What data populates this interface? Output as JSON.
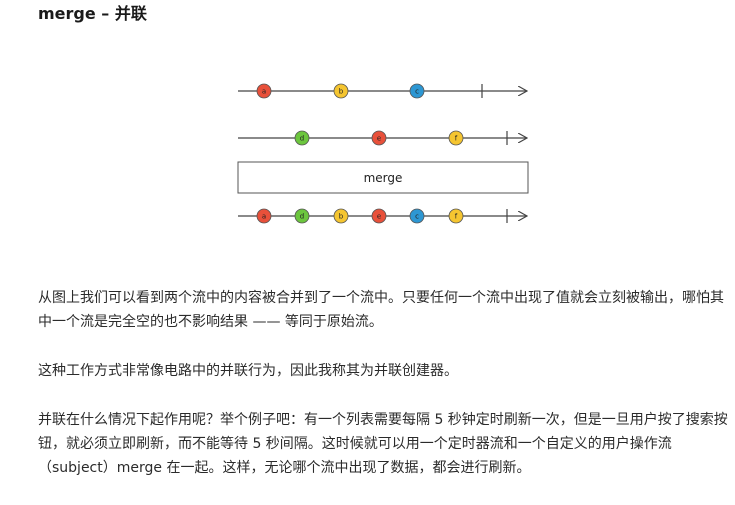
{
  "heading": "merge – 并联",
  "diagram": {
    "merge_box_label": "merge",
    "streams": [
      {
        "name": "stream-1",
        "marbles": [
          {
            "label": "a",
            "color": "#e8503a"
          },
          {
            "label": "b",
            "color": "#f5c530"
          },
          {
            "label": "c",
            "color": "#2d97d3"
          }
        ]
      },
      {
        "name": "stream-2",
        "marbles": [
          {
            "label": "d",
            "color": "#6cc63e"
          },
          {
            "label": "e",
            "color": "#e8503a"
          },
          {
            "label": "f",
            "color": "#f5c530"
          }
        ]
      },
      {
        "name": "output-stream",
        "marbles": [
          {
            "label": "a",
            "color": "#e8503a"
          },
          {
            "label": "d",
            "color": "#6cc63e"
          },
          {
            "label": "b",
            "color": "#f5c530"
          },
          {
            "label": "e",
            "color": "#e8503a"
          },
          {
            "label": "c",
            "color": "#2d97d3"
          },
          {
            "label": "f",
            "color": "#f5c530"
          }
        ]
      }
    ]
  },
  "paragraphs": {
    "p1": "从图上我们可以看到两个流中的内容被合并到了一个流中。只要任何一个流中出现了值就会立刻被输出，哪怕其中一个流是完全空的也不影响结果 —— 等同于原始流。",
    "p2": "这种工作方式非常像电路中的并联行为，因此我称其为并联创建器。",
    "p3": "并联在什么情况下起作用呢？举个例子吧：有一个列表需要每隔 5 秒钟定时刷新一次，但是一旦用户按了搜索按钮，就必须立即刷新，而不能等待 5 秒间隔。这时候就可以用一个定时器流和一个自定义的用户操作流（subject）merge 在一起。这样，无论哪个流中出现了数据，都会进行刷新。"
  }
}
